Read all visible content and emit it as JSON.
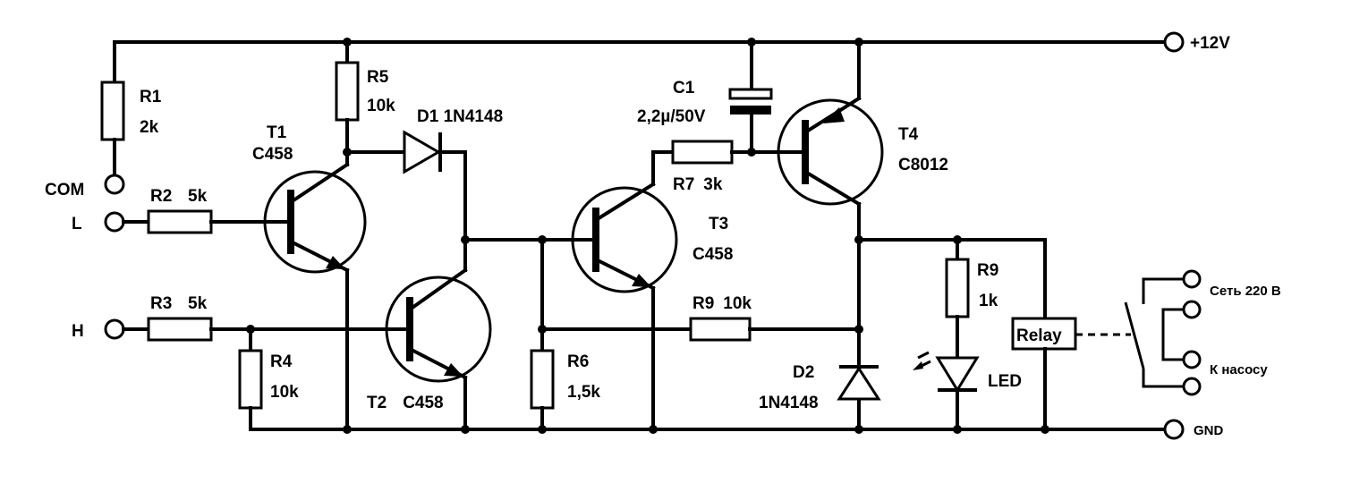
{
  "terminals": {
    "plus12v": "+12V",
    "gnd": "GND",
    "com": "COM",
    "l": "L",
    "h": "H",
    "mains": "Сеть 220 В",
    "pump": "К насосу"
  },
  "components": {
    "r1": {
      "ref": "R1",
      "value": "2k"
    },
    "r2": {
      "ref": "R2",
      "value": "5k"
    },
    "r3": {
      "ref": "R3",
      "value": "5k"
    },
    "r4": {
      "ref": "R4",
      "value": "10k"
    },
    "r5": {
      "ref": "R5",
      "value": "10k"
    },
    "r6": {
      "ref": "R6",
      "value": "1,5k"
    },
    "r7": {
      "ref": "R7",
      "value": "3k"
    },
    "r9a": {
      "ref": "R9",
      "value": "10k"
    },
    "r9b": {
      "ref": "R9",
      "value": "1k"
    },
    "d1": {
      "ref": "D1",
      "value": "1N4148"
    },
    "d2": {
      "ref": "D2",
      "value": "1N4148"
    },
    "c1": {
      "ref": "C1",
      "value": "2,2µ/50V"
    },
    "t1": {
      "ref": "T1",
      "value": "C458"
    },
    "t2": {
      "ref": "T2",
      "value": "C458"
    },
    "t3": {
      "ref": "T3",
      "value": "C458"
    },
    "t4": {
      "ref": "T4",
      "value": "C8012"
    },
    "led": {
      "label": "LED"
    },
    "relay": {
      "label": "Relay"
    }
  }
}
